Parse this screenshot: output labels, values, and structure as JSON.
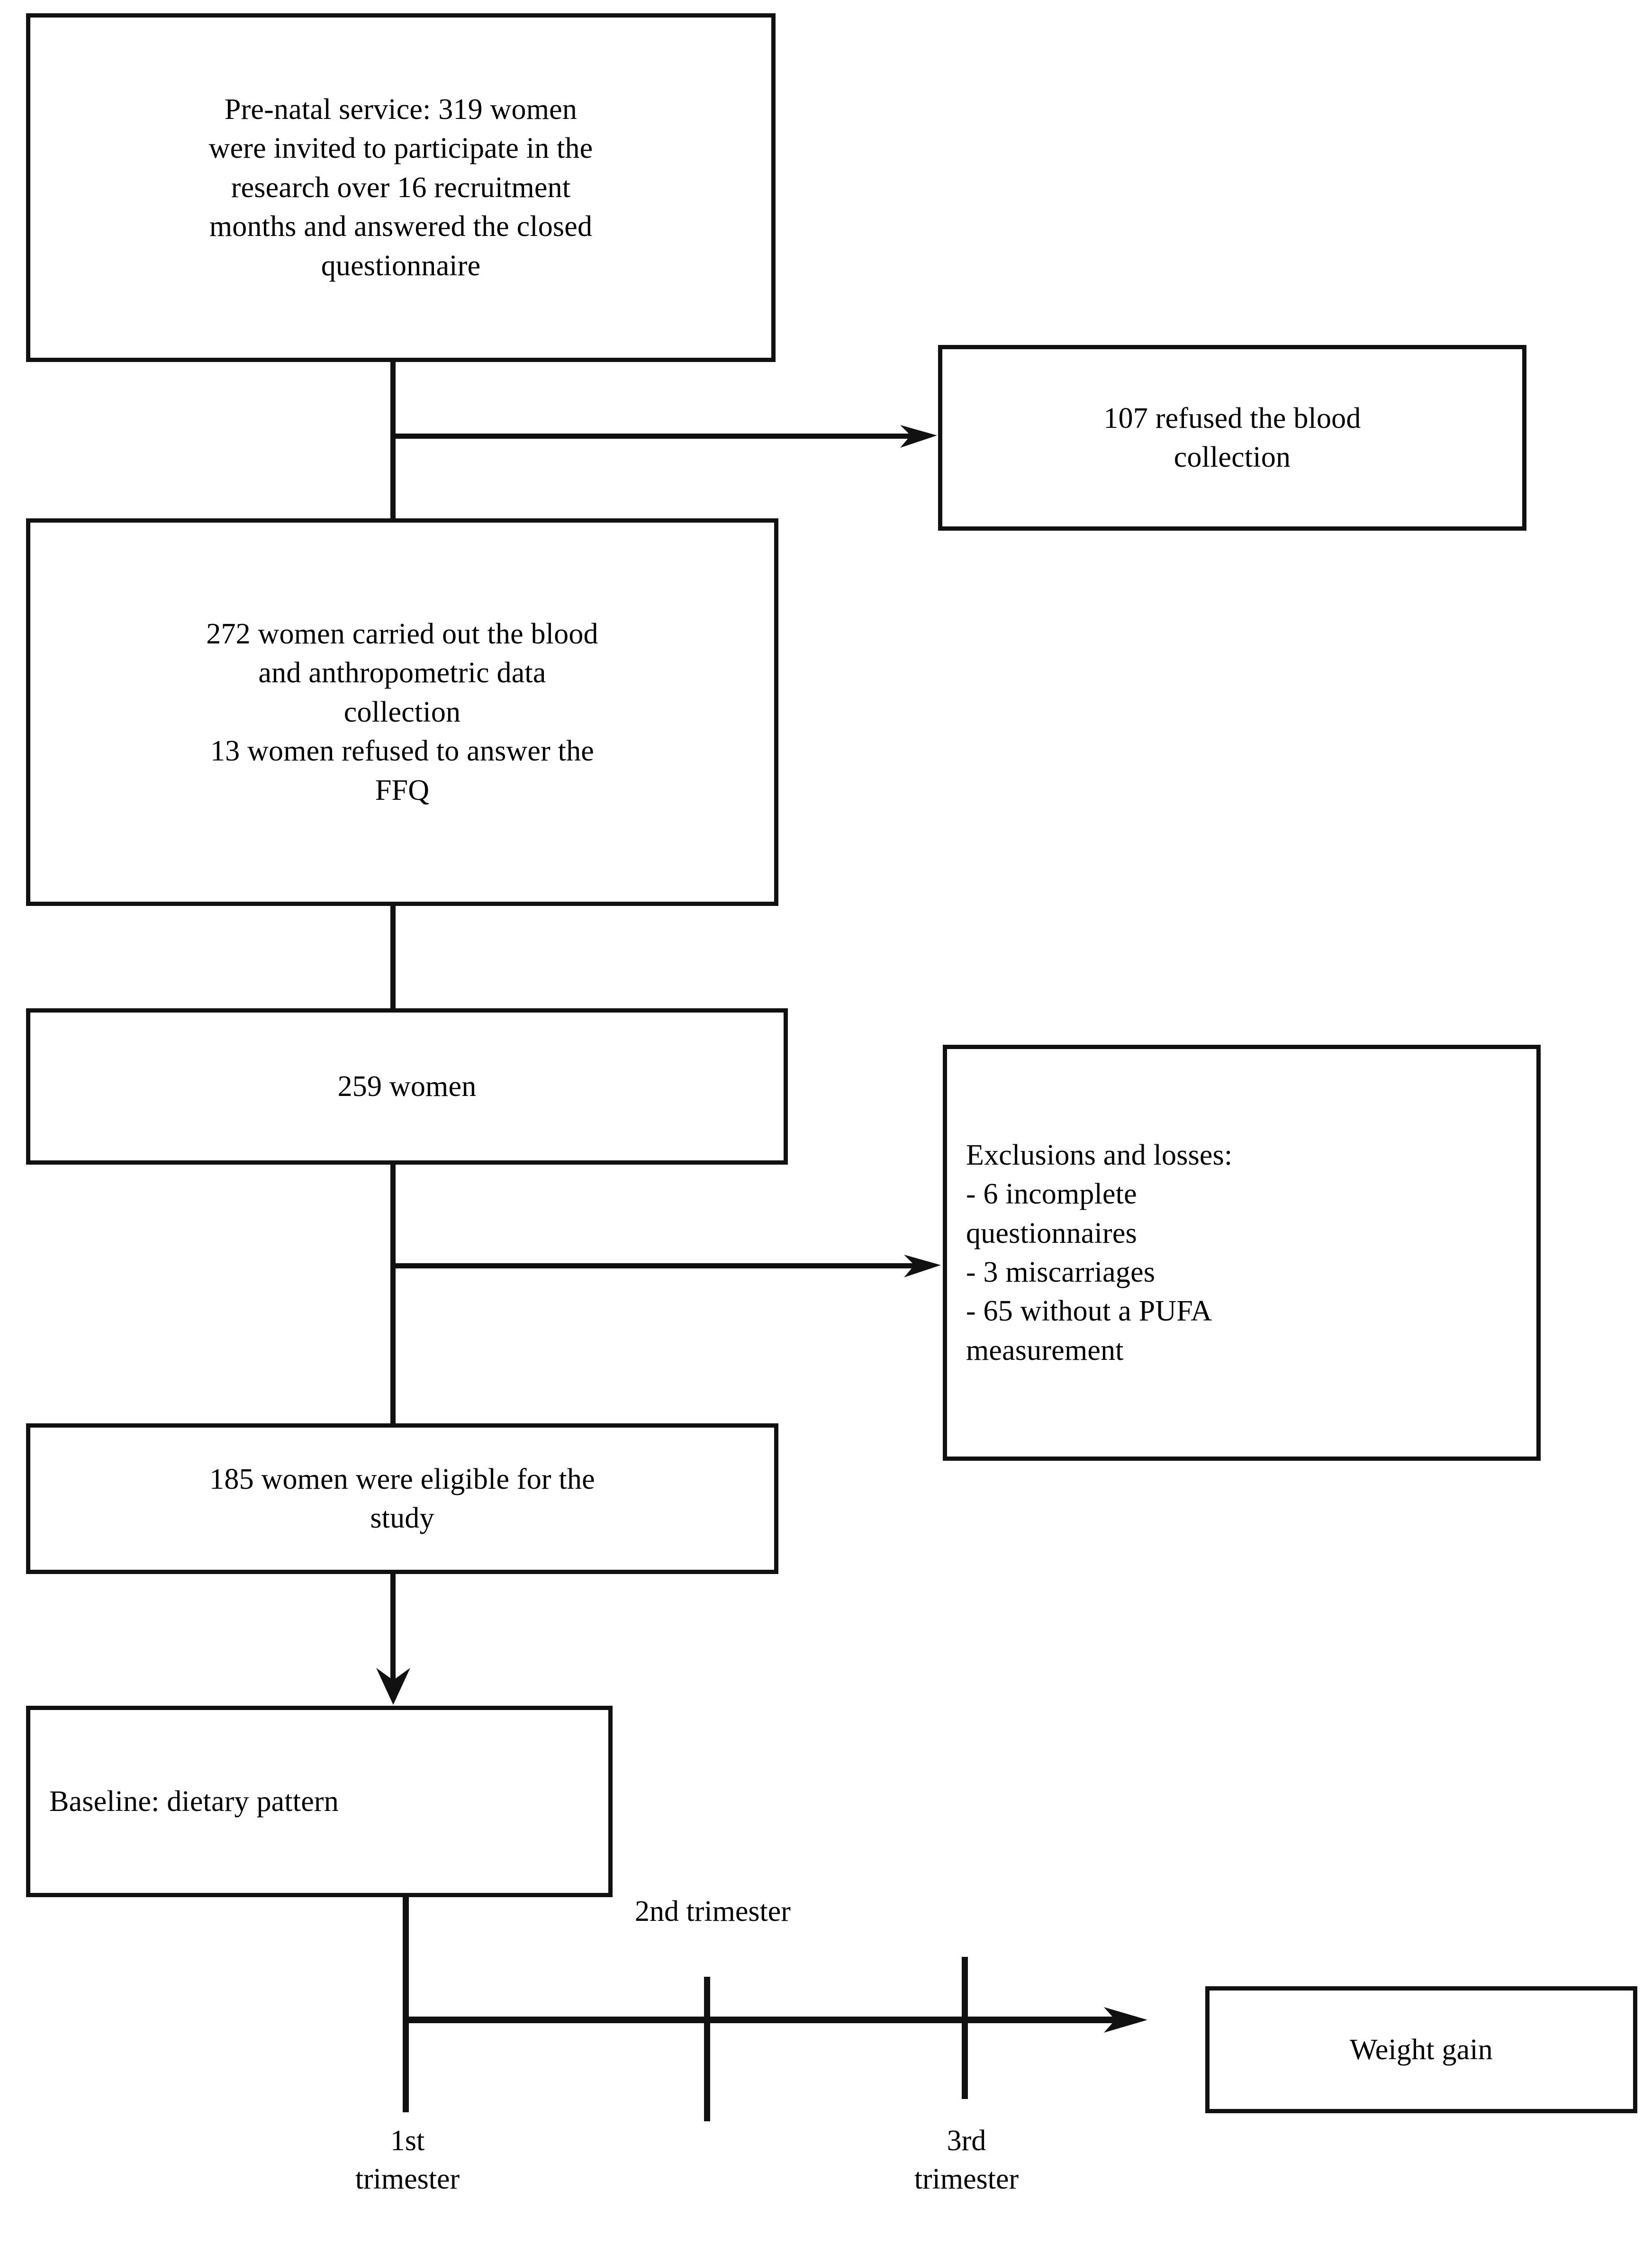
{
  "figure": {
    "type": "flowchart",
    "kind": "study-participant-flow-diagram",
    "boxes": [
      {
        "id": "prenatal-service",
        "text": "Pre-natal service: 319 women\nwere invited to participate in the\nresearch over 16 recruitment\nmonths and answered the closed\nquestionnaire",
        "align": "center"
      },
      {
        "id": "refused-blood-collection",
        "text": "107 refused the blood\ncollection",
        "align": "center"
      },
      {
        "id": "blood-anthropometric-collection",
        "text": "272 women carried out the blood\nand anthropometric data\ncollection\n13 women refused to answer the\nFFQ",
        "align": "center"
      },
      {
        "id": "women-259",
        "text": "259 women",
        "align": "center"
      },
      {
        "id": "exclusions-and-losses",
        "text": "Exclusions and losses:\n- 6 incomplete\nquestionnaires\n- 3 miscarriages\n- 65 without a PUFA\nmeasurement",
        "align": "left"
      },
      {
        "id": "eligible-185",
        "text": "185 women were eligible for the\nstudy",
        "align": "center"
      },
      {
        "id": "baseline-dietary-pattern",
        "text": "Baseline: dietary pattern",
        "align": "left"
      },
      {
        "id": "weight-gain",
        "text": "Weight gain",
        "align": "center"
      }
    ],
    "timeline": {
      "ticks": [
        {
          "id": "trimester-1",
          "label": "1st\ntrimester"
        },
        {
          "id": "trimester-2",
          "label": "2nd trimester"
        },
        {
          "id": "trimester-3",
          "label": "3rd\ntrimester"
        }
      ]
    },
    "colors": {
      "stroke": "#111111",
      "background": "#ffffff",
      "text": "#000000"
    }
  }
}
